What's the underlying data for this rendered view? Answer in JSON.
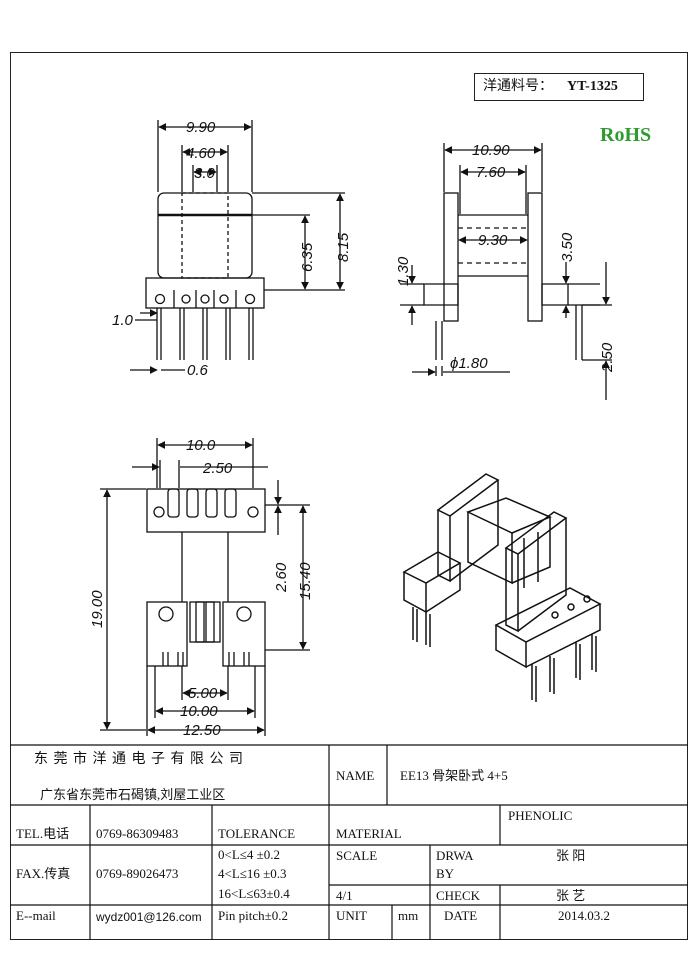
{
  "part_label": "洋通料号：",
  "part_number": "YT-1325",
  "rohs": "RoHS",
  "dims": {
    "front_w": "9.90",
    "front_inner": "4.60",
    "front_core": "3.0",
    "front_h1": "6.35",
    "front_h2": "8.15",
    "front_pin_off": "1.0",
    "front_pin_d": "0.6",
    "side_w": "10.90",
    "side_inner": "7.60",
    "side_core": "9.30",
    "side_h1": "1.30",
    "side_h2": "3.50",
    "side_pin_len": "2.50",
    "side_pin_d": "ϕ1.80",
    "bot_w": "10.0",
    "bot_pitch": "2.50",
    "bot_len": "19.00",
    "bot_h1": "2.60",
    "bot_h2": "15.40",
    "bot_d1": "5.00",
    "bot_d2": "10.00",
    "bot_d3": "12.50"
  },
  "title_block": {
    "company": "东 莞 市 洋 通 电 子 有 限 公 司",
    "address": "广东省东莞市石碣镇,刘屋工业区",
    "name_label": "NAME",
    "name_value": "EE13  骨架卧式 4+5",
    "tel_label": "TEL.电话",
    "tel_value": "0769-86309483",
    "fax_label": "FAX.传真",
    "fax_value": "0769-89026473",
    "email_label": "E--mail",
    "email_value": "wydz001@126.com",
    "tolerance_label": "TOLERANCE",
    "tol1": "0<L≤4   ±0.2",
    "tol2": "4<L≤16  ±0.3",
    "tol3": "16<L≤63±0.4",
    "pin_pitch": "Pin pitch±0.2",
    "material_label": "MATERIAL",
    "material_value": "PHENOLIC",
    "scale_label": "SCALE",
    "scale_value": "4/1",
    "drawn_label1": "DRWA",
    "drawn_label2": "BY",
    "drawn_value": "张 阳",
    "check_label": "CHECK",
    "check_value": "张 艺",
    "unit_label": "UNIT",
    "unit_value": "mm",
    "date_label": "DATE",
    "date_value": "2014.03.2"
  }
}
